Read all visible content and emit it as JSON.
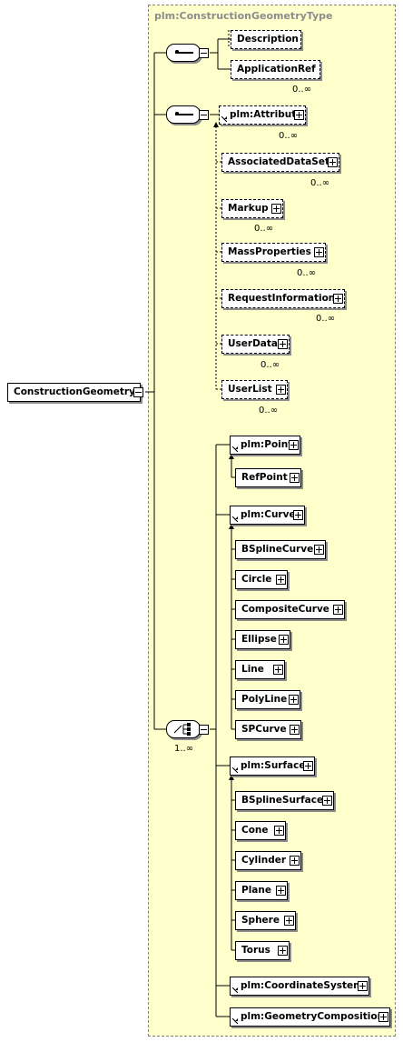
{
  "root": {
    "label": "ConstructionGeometry"
  },
  "type_name": "plm:ConstructionGeometryType",
  "seq1": {
    "elements": [
      "Description",
      "ApplicationRef"
    ],
    "card_applicationref": "0..∞"
  },
  "seq2": {
    "elements": [
      "plm:Attribute",
      "AssociatedDataSet",
      "Markup",
      "MassProperties",
      "RequestInformation",
      "UserData",
      "UserList"
    ],
    "cards": [
      "0..∞",
      "0..∞",
      "0..∞",
      "0..∞",
      "0..∞",
      "0..∞",
      "0..∞"
    ]
  },
  "choice": {
    "card": "1..∞",
    "point_group": {
      "head": "plm:Point",
      "children": [
        "RefPoint"
      ]
    },
    "curve_group": {
      "head": "plm:Curve",
      "children": [
        "BSplineCurve",
        "Circle",
        "CompositeCurve",
        "Ellipse",
        "Line",
        "PolyLine",
        "SPCurve"
      ]
    },
    "surface_group": {
      "head": "plm:Surface",
      "children": [
        "BSplineSurface",
        "Cone",
        "Cylinder",
        "Plane",
        "Sphere",
        "Torus"
      ]
    },
    "others": [
      "plm:CoordinateSystem",
      "plm:GeometryComposition"
    ]
  }
}
